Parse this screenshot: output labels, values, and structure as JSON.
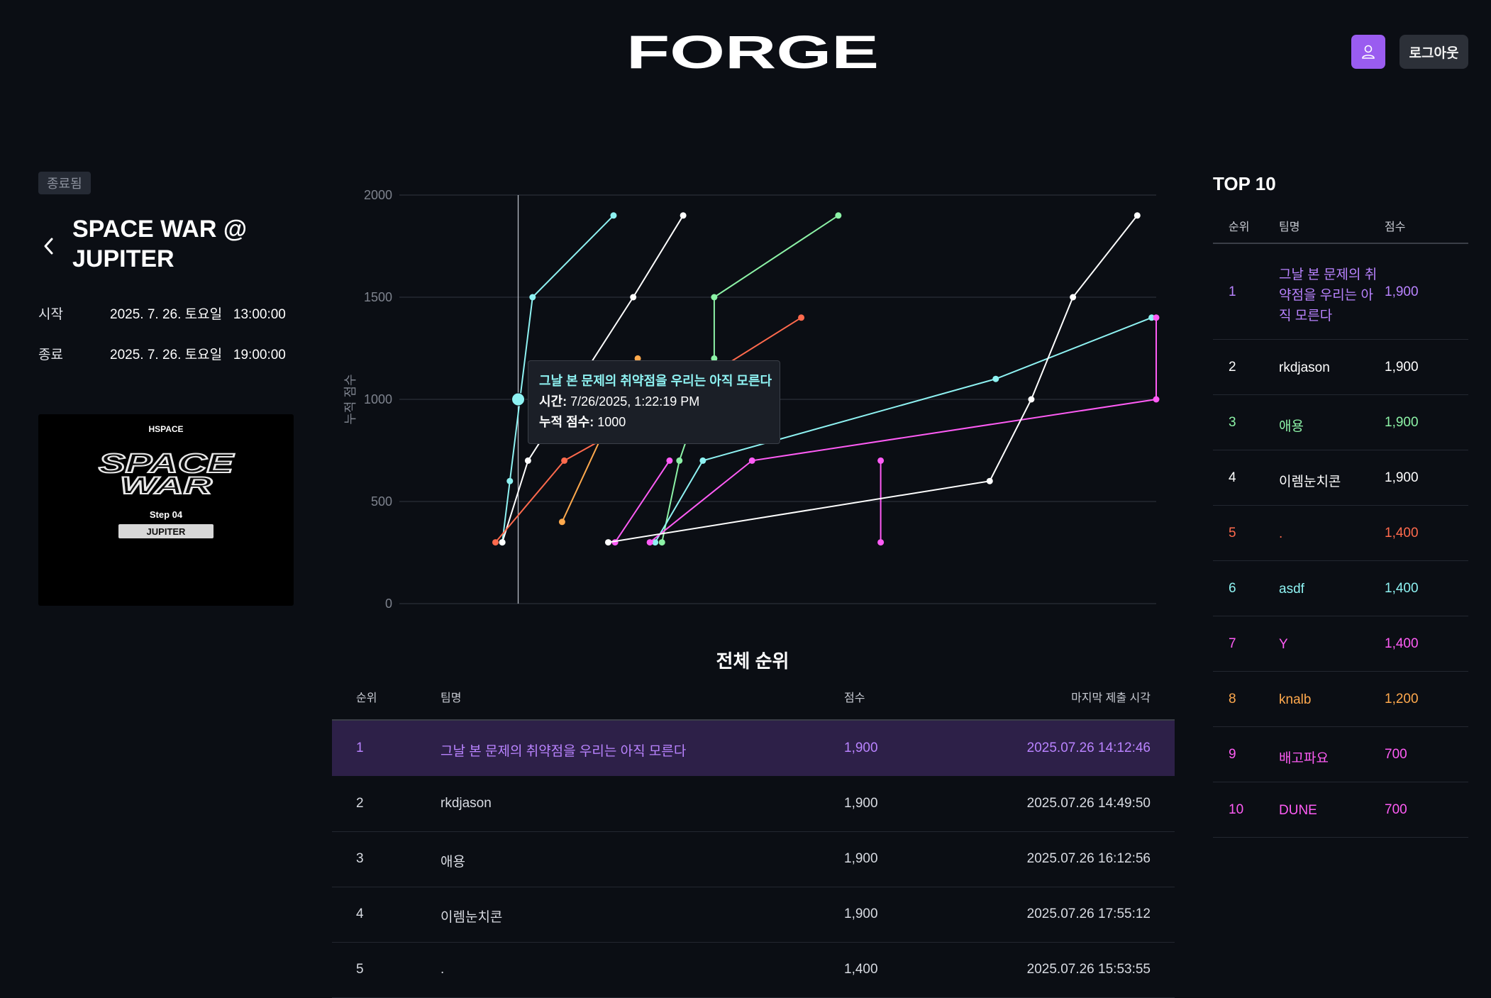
{
  "header": {
    "logo_text": "FORGE",
    "user_icon": "user-icon",
    "logout_label": "로그아웃",
    "accent_color": "#9a5cf0"
  },
  "ctf": {
    "status_badge": "종료됨",
    "back_icon": "chevron-left-icon",
    "title": "SPACE WAR @ JUPITER",
    "start_label": "시작",
    "start_value": "2025. 7. 26. 토요일   13:00:00",
    "end_label": "종료",
    "end_value": "2025. 7. 26. 토요일   19:00:00",
    "poster": {
      "brand": "HSPACE",
      "headline_1": "SPACE",
      "headline_2": "WAR",
      "step": "Step 04",
      "stage": "JUPITER"
    }
  },
  "chart_data": {
    "type": "line",
    "ylabel": "누적 점수",
    "ylim": [
      0,
      2000
    ],
    "y_ticks": [
      0,
      500,
      1000,
      1500,
      2000
    ],
    "grid": true,
    "x_min": 0,
    "x_max": 100,
    "crosshair_x": 15.7,
    "series": [
      {
        "color": "#8ef2f2",
        "points": [
          [
            13.6,
            300
          ],
          [
            14.6,
            600
          ],
          [
            17.6,
            1500
          ],
          [
            28.3,
            1900
          ]
        ]
      },
      {
        "color": "#ffffff",
        "points": [
          [
            13.6,
            300
          ],
          [
            17.0,
            700
          ],
          [
            30.9,
            1500
          ],
          [
            37.5,
            1900
          ]
        ]
      },
      {
        "color": "#ff6a4d",
        "points": [
          [
            12.7,
            300
          ],
          [
            21.8,
            700
          ],
          [
            31.5,
            900
          ],
          [
            53.1,
            1400
          ]
        ]
      },
      {
        "color": "#ffa94d",
        "points": [
          [
            21.5,
            400
          ],
          [
            31.5,
            1200
          ]
        ]
      },
      {
        "color": "#8cf2a6",
        "points": [
          [
            34.7,
            300
          ],
          [
            37.0,
            700
          ],
          [
            41.6,
            1200
          ],
          [
            41.6,
            1500
          ],
          [
            58.0,
            1900
          ]
        ]
      },
      {
        "color": "#8ef2f2",
        "points": [
          [
            33.8,
            300
          ],
          [
            40.1,
            700
          ],
          [
            78.8,
            1100
          ],
          [
            99.4,
            1400
          ]
        ]
      },
      {
        "color": "#ff5cf5",
        "points": [
          [
            33.1,
            300
          ],
          [
            46.6,
            700
          ],
          [
            100,
            1000
          ],
          [
            100,
            1400
          ]
        ]
      },
      {
        "color": "#ff5cf5",
        "points": [
          [
            28.5,
            300
          ],
          [
            35.7,
            700
          ]
        ]
      },
      {
        "color": "#ff5cf5",
        "points": [
          [
            63.6,
            300
          ],
          [
            63.6,
            700
          ]
        ]
      },
      {
        "color": "#ffffff",
        "points": [
          [
            27.6,
            300
          ],
          [
            78.0,
            600
          ],
          [
            83.5,
            1000
          ],
          [
            89.0,
            1500
          ],
          [
            97.5,
            1900
          ]
        ]
      }
    ],
    "hover_point": {
      "x": 15.7,
      "y": 1000,
      "color": "#8ef2f2"
    },
    "tooltip": {
      "team": "그날 본 문제의 취약점을 우리는 아직 모른다",
      "time_label": "시간:",
      "time_value": "7/26/2025, 1:22:19 PM",
      "score_label": "누적 점수:",
      "score_value": "1000"
    }
  },
  "ranking": {
    "title": "전체 순위",
    "columns": [
      "순위",
      "팀명",
      "점수",
      "마지막 제출 시각"
    ],
    "rows": [
      {
        "rank": "1",
        "team": "그날 본 문제의 취약점을 우리는 아직 모른다",
        "score": "1,900",
        "time": "2025.07.26 14:12:46"
      },
      {
        "rank": "2",
        "team": "rkdjason",
        "score": "1,900",
        "time": "2025.07.26 14:49:50"
      },
      {
        "rank": "3",
        "team": "애용",
        "score": "1,900",
        "time": "2025.07.26 16:12:56"
      },
      {
        "rank": "4",
        "team": "이렘눈치콘",
        "score": "1,900",
        "time": "2025.07.26 17:55:12"
      },
      {
        "rank": "5",
        "team": ".",
        "score": "1,400",
        "time": "2025.07.26 15:53:55"
      }
    ]
  },
  "top10": {
    "title": "TOP 10",
    "columns": [
      "순위",
      "팀명",
      "점수"
    ],
    "rows": [
      {
        "rank": "1",
        "team_lines": [
          "그날 본 문제의 취",
          "약점을 우리는 아",
          "직 모른다"
        ],
        "score": "1,900",
        "color": "#b983ff"
      },
      {
        "rank": "2",
        "team_lines": [
          "rkdjason"
        ],
        "score": "1,900",
        "color": "#ffffff"
      },
      {
        "rank": "3",
        "team_lines": [
          "애용"
        ],
        "score": "1,900",
        "color": "#8cf2a6"
      },
      {
        "rank": "4",
        "team_lines": [
          "이렘눈치콘"
        ],
        "score": "1,900",
        "color": "#ffffff"
      },
      {
        "rank": "5",
        "team_lines": [
          "."
        ],
        "score": "1,400",
        "color": "#ff6a4d"
      },
      {
        "rank": "6",
        "team_lines": [
          "asdf"
        ],
        "score": "1,400",
        "color": "#8ef2f2"
      },
      {
        "rank": "7",
        "team_lines": [
          "Y"
        ],
        "score": "1,400",
        "color": "#ff5cf5"
      },
      {
        "rank": "8",
        "team_lines": [
          "knalb"
        ],
        "score": "1,200",
        "color": "#ffa94d"
      },
      {
        "rank": "9",
        "team_lines": [
          "배고파요"
        ],
        "score": "700",
        "color": "#ff5cf5"
      },
      {
        "rank": "10",
        "team_lines": [
          "DUNE"
        ],
        "score": "700",
        "color": "#ff5cf5"
      }
    ]
  }
}
